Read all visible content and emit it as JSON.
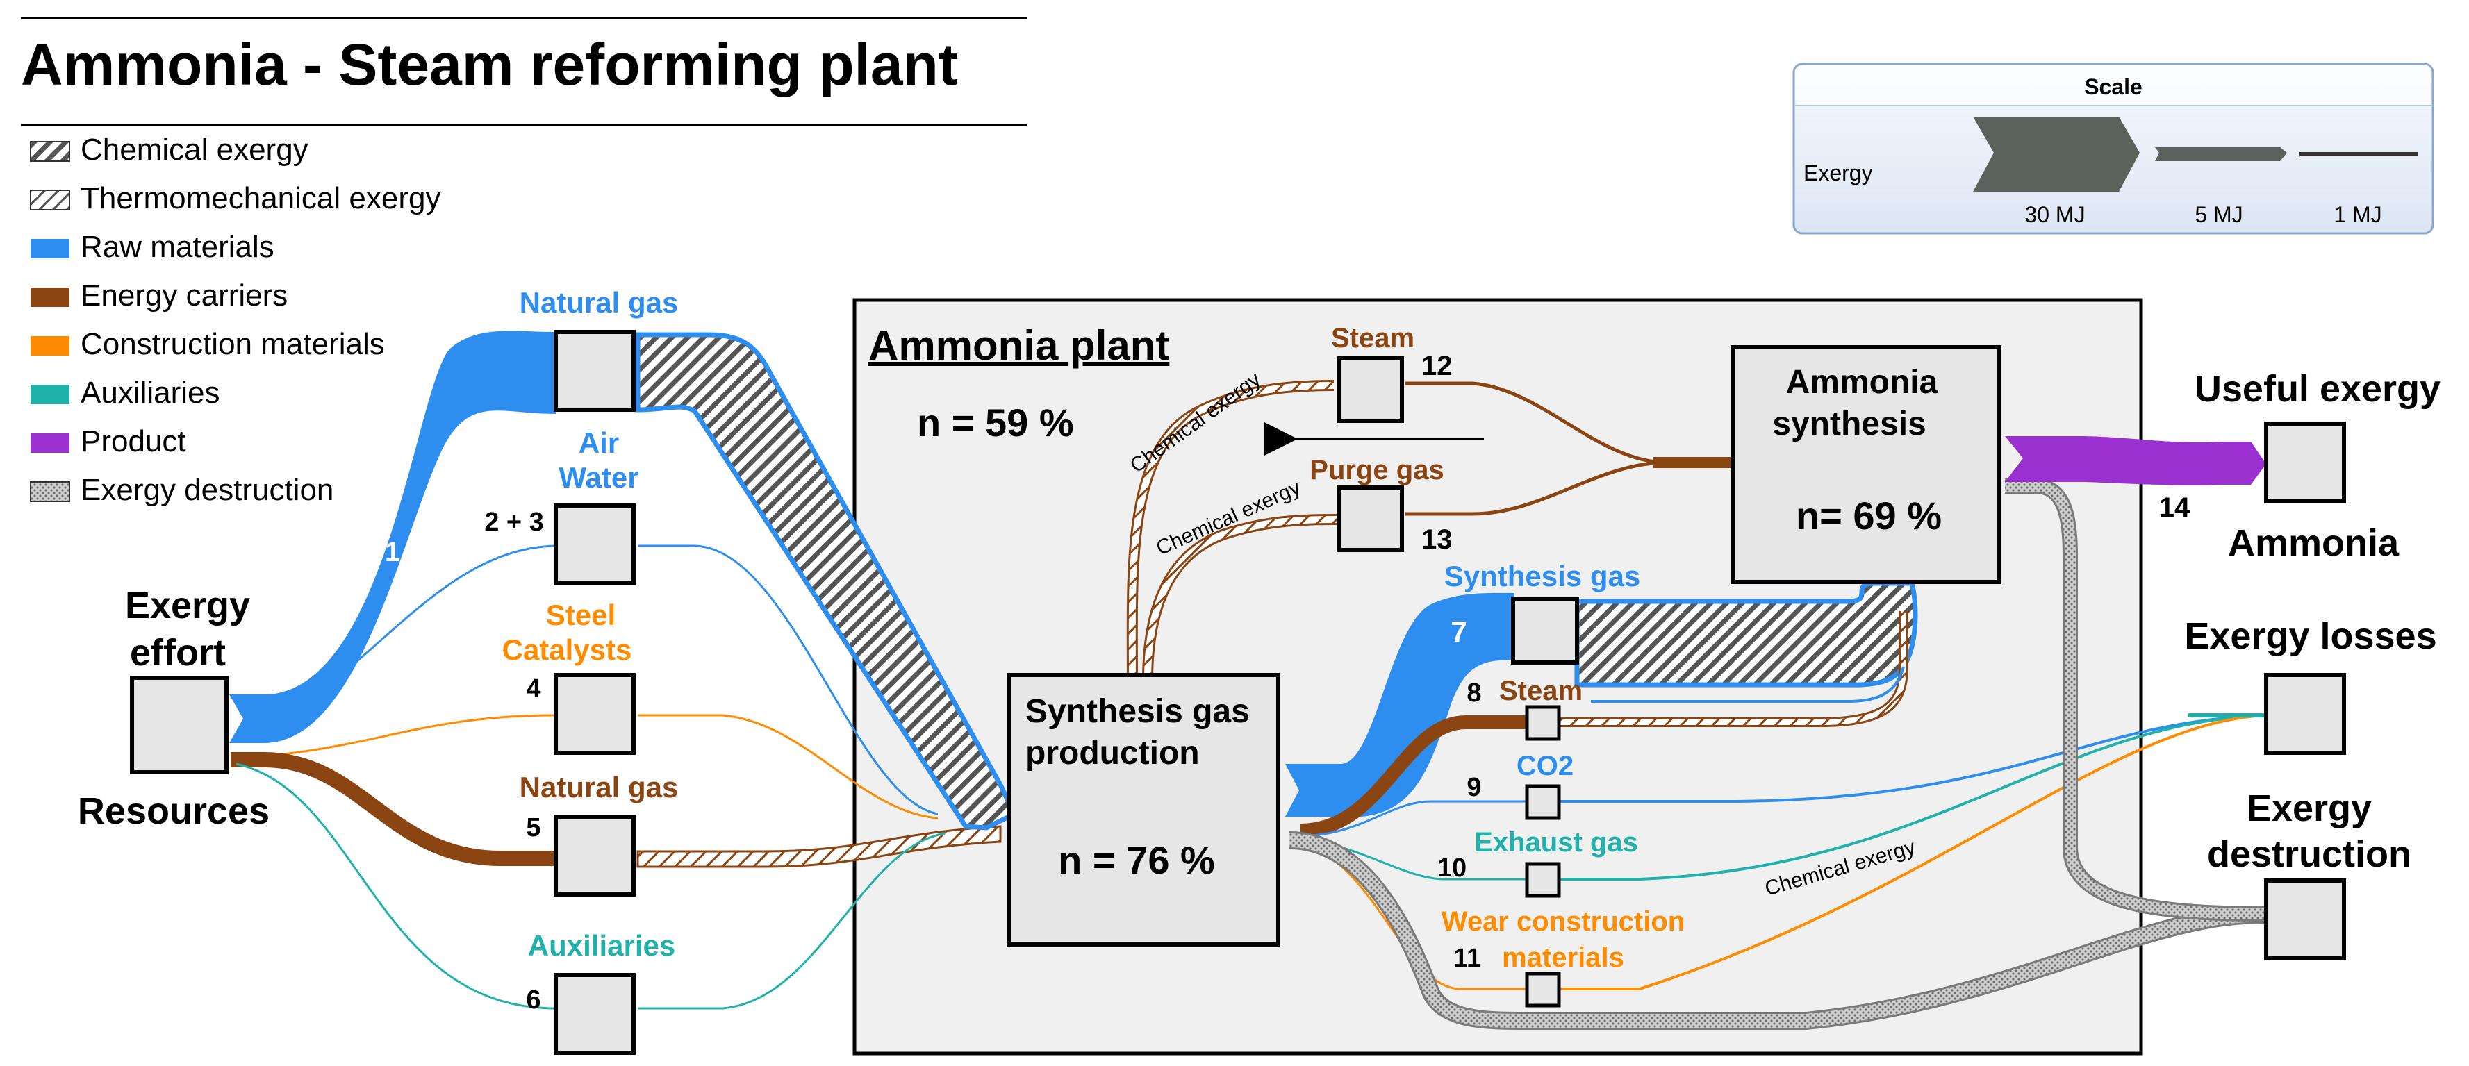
{
  "title": "Ammonia - Steam reforming plant",
  "legend": [
    {
      "label": "Chemical exergy",
      "swatch": "chemical"
    },
    {
      "label": "Thermomechanical exergy",
      "swatch": "thermo"
    },
    {
      "label": "Raw materials",
      "color": "#2e8ef0"
    },
    {
      "label": "Energy carriers",
      "color": "#8b4513"
    },
    {
      "label": "Construction materials",
      "color": "#ff8c00"
    },
    {
      "label": "Auxiliaries",
      "color": "#20b2aa"
    },
    {
      "label": "Product",
      "color": "#9b30d0"
    },
    {
      "label": "Exergy destruction",
      "swatch": "destruction"
    }
  ],
  "scale": {
    "title": "Scale",
    "row_label": "Exergy",
    "items": [
      "30 MJ",
      "5 MJ",
      "1 MJ"
    ]
  },
  "colors": {
    "raw": "#2e8ef0",
    "energy": "#8b4513",
    "construction": "#ff8c00",
    "auxiliaries": "#20b2aa",
    "product": "#9b30d0",
    "box_fill": "#e6e6e6",
    "plant_bg": "#f0f0f0"
  },
  "resources": {
    "line1": "Exergy",
    "line2": "effort",
    "bottom": "Resources"
  },
  "inputs": [
    {
      "label": "Natural gas",
      "number": "1"
    },
    {
      "label_line1": "Air",
      "label_line2": "Water",
      "number": "2 + 3"
    },
    {
      "label_line1": "Steel",
      "label_line2": "Catalysts",
      "number": "4"
    },
    {
      "label": "Natural gas",
      "number": "5"
    },
    {
      "label": "Auxiliaries",
      "number": "6"
    }
  ],
  "plant": {
    "title": "Ammonia plant",
    "efficiency": "n = 59 %",
    "sgp": {
      "line1": "Synthesis gas",
      "line2": "production",
      "efficiency": "n = 76 %"
    },
    "synthesis": {
      "line1": "Ammonia",
      "line2": "synthesis",
      "efficiency": "n= 69 %"
    },
    "flows": {
      "steam": {
        "label": "Steam",
        "number": "12"
      },
      "purge": {
        "label": "Purge gas",
        "number": "13"
      },
      "synthesis_gas": {
        "label": "Synthesis gas",
        "number": "7"
      },
      "steam2": {
        "label": "Steam",
        "number": "8"
      },
      "co2": {
        "label": "CO2",
        "number": "9"
      },
      "exhaust": {
        "label": "Exhaust gas",
        "number": "10"
      },
      "wear_line1": "Wear construction",
      "wear_line2": "materials",
      "wear_number": "11",
      "chemical_exergy": "Chemical exergy"
    }
  },
  "outputs": {
    "useful": {
      "title": "Useful exergy",
      "sub": "Ammonia",
      "number": "14"
    },
    "losses": {
      "title": "Exergy losses"
    },
    "destruction": {
      "line1": "Exergy",
      "line2": "destruction"
    }
  }
}
